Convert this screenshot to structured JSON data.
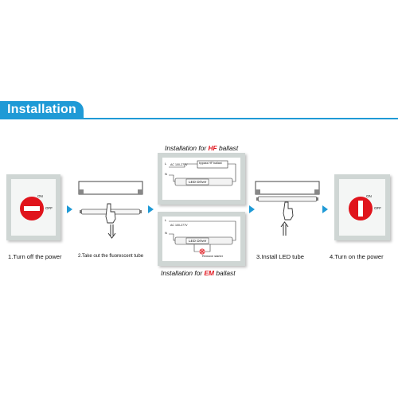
{
  "header": {
    "title": "Installation",
    "accent": "#1f9ad6"
  },
  "steps": [
    {
      "caption": "1.Turn off the power",
      "switch_on": "ON",
      "switch_off": "OFF"
    },
    {
      "caption": "2.Take out the fluorescent tube"
    },
    {
      "caption": "3.Install LED tube"
    },
    {
      "caption": "4.Turn on the power",
      "switch_on": "ON",
      "switch_off": "OFF"
    }
  ],
  "hf": {
    "caption_prefix": "Installation for",
    "caption_type": "HF",
    "caption_suffix": "ballast",
    "bypass_label": "bypass HF ballast",
    "driver_label": "LED Driver",
    "voltage_label": "AC 100-277V",
    "l_label": "L",
    "n_label": "N"
  },
  "em": {
    "caption_prefix": "Installation for",
    "caption_type": "EM",
    "caption_suffix": "ballast",
    "driver_label": "LED Driver",
    "voltage_label": "AC 100-277V",
    "starter_label": "Remove starter",
    "l_label": "L",
    "n_label": "N"
  },
  "colors": {
    "accent": "#1f9ad6",
    "switch_red": "#e0141c",
    "frame": "#cfd6d4"
  }
}
